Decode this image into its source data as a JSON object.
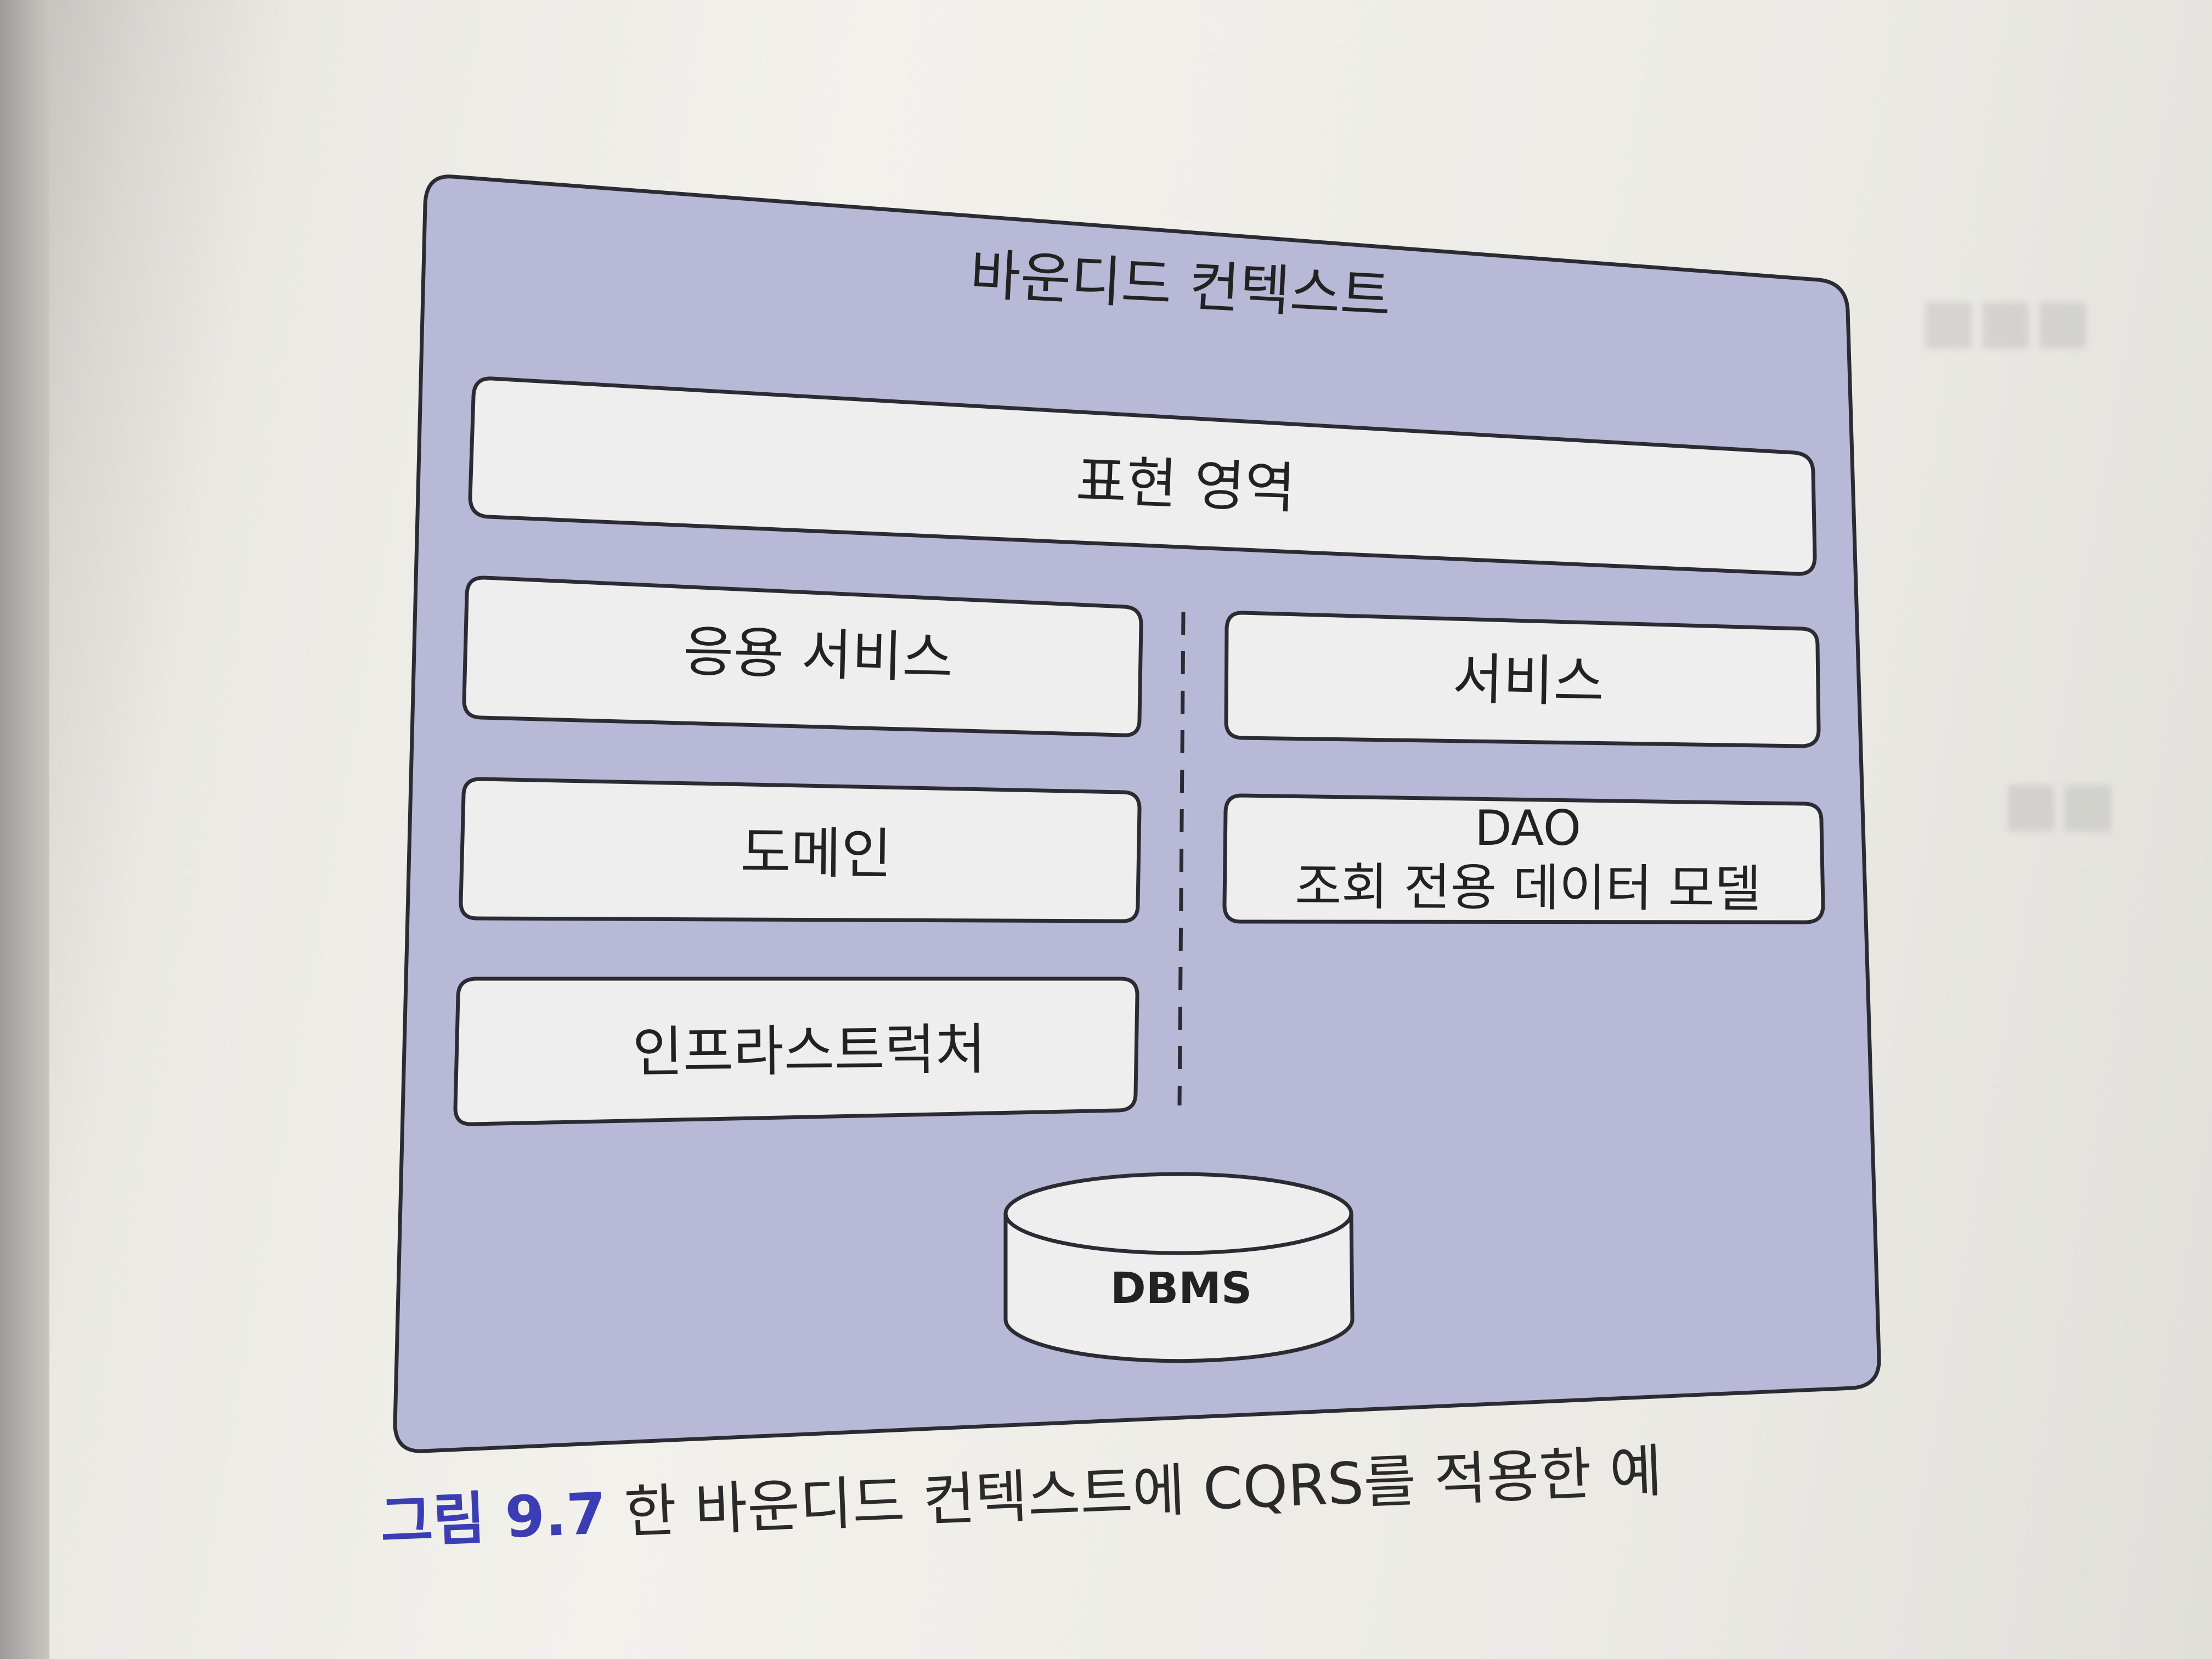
{
  "diagram": {
    "outer": {
      "label": "바운디드 컨텍스트"
    },
    "left_column": [
      {
        "label": "응용 서비스"
      },
      {
        "label": "도메인"
      },
      {
        "label": "인프라스트럭처"
      }
    ],
    "top_layer": {
      "label": "표현 영역"
    },
    "right_column": [
      {
        "label": "서비스"
      },
      {
        "line1": "DAO",
        "line2": "조회 전용 데이터 모델"
      }
    ],
    "database": {
      "label": "DBMS"
    }
  },
  "caption": {
    "figure": "그림 9.7",
    "text": "한 바운디드 컨텍스트에 CQRS를 적용한 예"
  },
  "colors": {
    "context_fill": "#b8b9d6",
    "box_fill": "#eeeeee",
    "caption_accent": "#3b3db5"
  }
}
